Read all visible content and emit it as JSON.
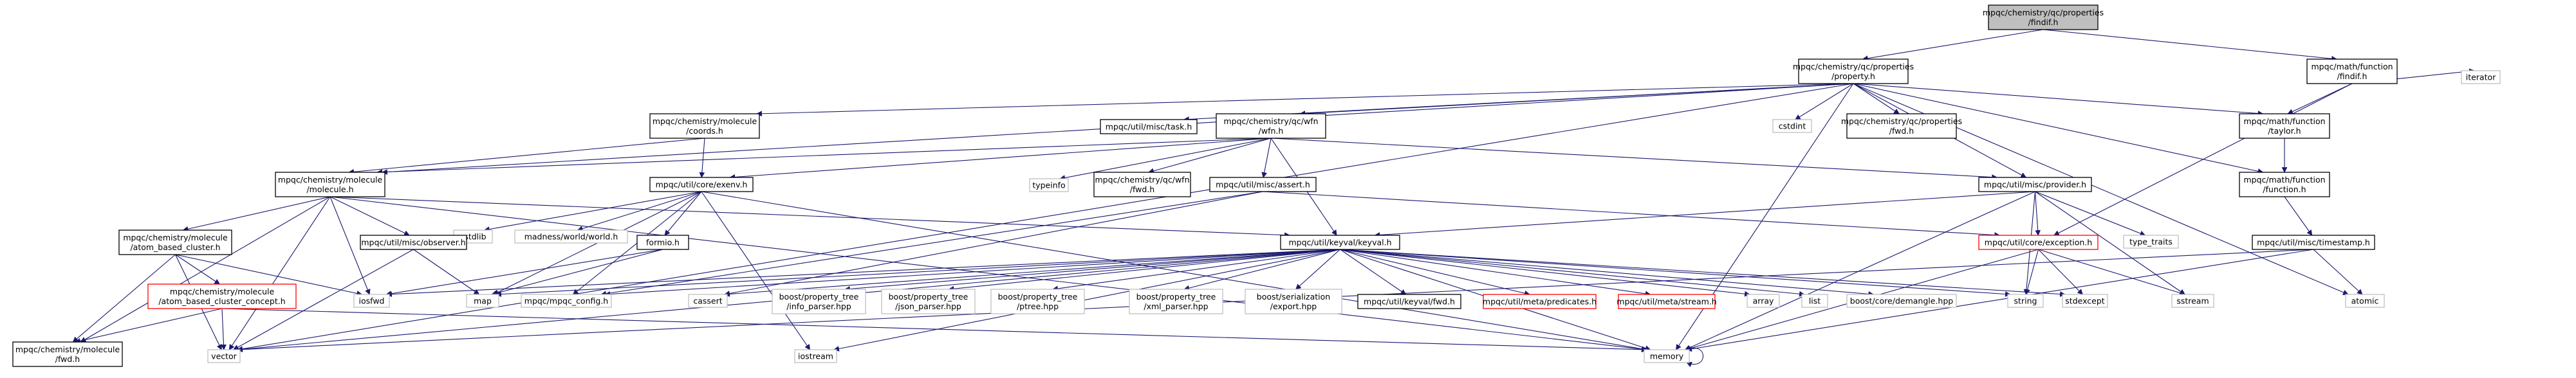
{
  "colors": {
    "edge": "#191970",
    "box_stroke": "#000000",
    "grey_stroke": "#bfbfbf",
    "red_stroke": "#ff0000",
    "root_fill": "#bfbfbf",
    "grey_text": "#555555"
  },
  "nodes": [
    {
      "id": "findif",
      "lines": [
        "mpqc/chemistry/qc/properties",
        "/findif.h"
      ],
      "style": "root"
    },
    {
      "id": "property",
      "lines": [
        "mpqc/chemistry/qc/properties",
        "/property.h"
      ],
      "style": "box"
    },
    {
      "id": "mathfindif",
      "lines": [
        "mpqc/math/function",
        "/findif.h"
      ],
      "style": "box"
    },
    {
      "id": "iterator",
      "lines": [
        "iterator"
      ],
      "style": "grey"
    },
    {
      "id": "coords",
      "lines": [
        "mpqc/chemistry/molecule",
        "/coords.h"
      ],
      "style": "box"
    },
    {
      "id": "task",
      "lines": [
        "mpqc/util/misc/task.h"
      ],
      "style": "box"
    },
    {
      "id": "wfn",
      "lines": [
        "mpqc/chemistry/qc/wfn",
        "/wfn.h"
      ],
      "style": "box"
    },
    {
      "id": "cstdint",
      "lines": [
        "cstdint"
      ],
      "style": "grey"
    },
    {
      "id": "propfwd",
      "lines": [
        "mpqc/chemistry/qc/properties",
        "/fwd.h"
      ],
      "style": "box"
    },
    {
      "id": "taylor",
      "lines": [
        "mpqc/math/function",
        "/taylor.h"
      ],
      "style": "box"
    },
    {
      "id": "molecule",
      "lines": [
        "mpqc/chemistry/molecule",
        "/molecule.h"
      ],
      "style": "box"
    },
    {
      "id": "exenv",
      "lines": [
        "mpqc/util/core/exenv.h"
      ],
      "style": "box"
    },
    {
      "id": "typeinfo",
      "lines": [
        "typeinfo"
      ],
      "style": "grey"
    },
    {
      "id": "wfnfwd",
      "lines": [
        "mpqc/chemistry/qc/wfn",
        "/fwd.h"
      ],
      "style": "box"
    },
    {
      "id": "assert",
      "lines": [
        "mpqc/util/misc/assert.h"
      ],
      "style": "box"
    },
    {
      "id": "provider",
      "lines": [
        "mpqc/util/misc/provider.h"
      ],
      "style": "box"
    },
    {
      "id": "function",
      "lines": [
        "mpqc/math/function",
        "/function.h"
      ],
      "style": "box"
    },
    {
      "id": "cstdlib",
      "lines": [
        "cstdlib"
      ],
      "style": "grey"
    },
    {
      "id": "madness",
      "lines": [
        "madness/world/world.h"
      ],
      "style": "grey"
    },
    {
      "id": "abc",
      "lines": [
        "mpqc/chemistry/molecule",
        "/atom_based_cluster.h"
      ],
      "style": "box"
    },
    {
      "id": "observer",
      "lines": [
        "mpqc/util/misc/observer.h"
      ],
      "style": "box"
    },
    {
      "id": "formio",
      "lines": [
        "formio.h"
      ],
      "style": "box"
    },
    {
      "id": "keyval",
      "lines": [
        "mpqc/util/keyval/keyval.h"
      ],
      "style": "box"
    },
    {
      "id": "exception",
      "lines": [
        "mpqc/util/core/exception.h"
      ],
      "style": "red"
    },
    {
      "id": "typetraits",
      "lines": [
        "type_traits"
      ],
      "style": "grey"
    },
    {
      "id": "timestamp",
      "lines": [
        "mpqc/util/misc/timestamp.h"
      ],
      "style": "box"
    },
    {
      "id": "abcc",
      "lines": [
        "mpqc/chemistry/molecule",
        "/atom_based_cluster_concept.h"
      ],
      "style": "red"
    },
    {
      "id": "iosfwd",
      "lines": [
        "iosfwd"
      ],
      "style": "grey"
    },
    {
      "id": "map",
      "lines": [
        "map"
      ],
      "style": "grey"
    },
    {
      "id": "config",
      "lines": [
        "mpqc/mpqc_config.h"
      ],
      "style": "grey"
    },
    {
      "id": "cassert",
      "lines": [
        "cassert"
      ],
      "style": "grey"
    },
    {
      "id": "infoparser",
      "lines": [
        "boost/property_tree",
        "/info_parser.hpp"
      ],
      "style": "grey"
    },
    {
      "id": "jsonparser",
      "lines": [
        "boost/property_tree",
        "/json_parser.hpp"
      ],
      "style": "grey"
    },
    {
      "id": "ptree",
      "lines": [
        "boost/property_tree",
        "/ptree.hpp"
      ],
      "style": "grey"
    },
    {
      "id": "xmlparser",
      "lines": [
        "boost/property_tree",
        "/xml_parser.hpp"
      ],
      "style": "grey"
    },
    {
      "id": "export",
      "lines": [
        "boost/serialization",
        "/export.hpp"
      ],
      "style": "grey"
    },
    {
      "id": "keyvalfwd",
      "lines": [
        "mpqc/util/keyval/fwd.h"
      ],
      "style": "box"
    },
    {
      "id": "predicates",
      "lines": [
        "mpqc/util/meta/predicates.h"
      ],
      "style": "red"
    },
    {
      "id": "stream",
      "lines": [
        "mpqc/util/meta/stream.h"
      ],
      "style": "red"
    },
    {
      "id": "array",
      "lines": [
        "array"
      ],
      "style": "grey"
    },
    {
      "id": "list",
      "lines": [
        "list"
      ],
      "style": "grey"
    },
    {
      "id": "demangle",
      "lines": [
        "boost/core/demangle.hpp"
      ],
      "style": "grey"
    },
    {
      "id": "string",
      "lines": [
        "string"
      ],
      "style": "grey"
    },
    {
      "id": "stdexcept",
      "lines": [
        "stdexcept"
      ],
      "style": "grey"
    },
    {
      "id": "sstream",
      "lines": [
        "sstream"
      ],
      "style": "grey"
    },
    {
      "id": "atomic",
      "lines": [
        "atomic"
      ],
      "style": "grey"
    },
    {
      "id": "molfwd",
      "lines": [
        "mpqc/chemistry/molecule",
        "/fwd.h"
      ],
      "style": "box"
    },
    {
      "id": "vector",
      "lines": [
        "vector"
      ],
      "style": "grey"
    },
    {
      "id": "iostream",
      "lines": [
        "iostream"
      ],
      "style": "grey"
    },
    {
      "id": "memory",
      "lines": [
        "memory"
      ],
      "style": "grey"
    }
  ],
  "edges": [
    [
      "findif",
      "property"
    ],
    [
      "findif",
      "mathfindif"
    ],
    [
      "mathfindif",
      "iterator"
    ],
    [
      "mathfindif",
      "taylor"
    ],
    [
      "mathfindif",
      "exception"
    ],
    [
      "property",
      "coords"
    ],
    [
      "property",
      "task"
    ],
    [
      "property",
      "wfn"
    ],
    [
      "property",
      "cstdint"
    ],
    [
      "property",
      "propfwd"
    ],
    [
      "property",
      "taylor"
    ],
    [
      "property",
      "molecule"
    ],
    [
      "property",
      "provider"
    ],
    [
      "property",
      "function"
    ],
    [
      "property",
      "atomic"
    ],
    [
      "property",
      "memory"
    ],
    [
      "property",
      "vector"
    ],
    [
      "coords",
      "molecule"
    ],
    [
      "coords",
      "exenv"
    ],
    [
      "wfn",
      "typeinfo"
    ],
    [
      "wfn",
      "wfnfwd"
    ],
    [
      "wfn",
      "assert"
    ],
    [
      "wfn",
      "provider"
    ],
    [
      "wfn",
      "keyval"
    ],
    [
      "wfn",
      "molecule"
    ],
    [
      "wfn",
      "exenv"
    ],
    [
      "taylor",
      "function"
    ],
    [
      "function",
      "timestamp"
    ],
    [
      "molecule",
      "abc"
    ],
    [
      "molecule",
      "observer"
    ],
    [
      "molecule",
      "keyval"
    ],
    [
      "molecule",
      "iosfwd"
    ],
    [
      "molecule",
      "molfwd"
    ],
    [
      "molecule",
      "vector"
    ],
    [
      "molecule",
      "memory"
    ],
    [
      "exenv",
      "cstdlib"
    ],
    [
      "exenv",
      "madness"
    ],
    [
      "exenv",
      "formio"
    ],
    [
      "exenv",
      "map"
    ],
    [
      "exenv",
      "config"
    ],
    [
      "exenv",
      "iostream"
    ],
    [
      "exenv",
      "memory"
    ],
    [
      "assert",
      "exception"
    ],
    [
      "assert",
      "config"
    ],
    [
      "assert",
      "cassert"
    ],
    [
      "provider",
      "keyval"
    ],
    [
      "provider",
      "exception"
    ],
    [
      "provider",
      "typetraits"
    ],
    [
      "provider",
      "string"
    ],
    [
      "provider",
      "sstream"
    ],
    [
      "provider",
      "memory"
    ],
    [
      "abc",
      "abcc"
    ],
    [
      "abc",
      "iosfwd"
    ],
    [
      "abc",
      "vector"
    ],
    [
      "abc",
      "molfwd"
    ],
    [
      "abcc",
      "vector"
    ],
    [
      "abcc",
      "memory"
    ],
    [
      "abcc",
      "molfwd"
    ],
    [
      "observer",
      "map"
    ],
    [
      "observer",
      "vector"
    ],
    [
      "formio",
      "iosfwd"
    ],
    [
      "formio",
      "map"
    ],
    [
      "keyval",
      "map"
    ],
    [
      "keyval",
      "config"
    ],
    [
      "keyval",
      "cassert"
    ],
    [
      "keyval",
      "infoparser"
    ],
    [
      "keyval",
      "jsonparser"
    ],
    [
      "keyval",
      "ptree"
    ],
    [
      "keyval",
      "xmlparser"
    ],
    [
      "keyval",
      "export"
    ],
    [
      "keyval",
      "keyvalfwd"
    ],
    [
      "keyval",
      "predicates"
    ],
    [
      "keyval",
      "stream"
    ],
    [
      "keyval",
      "array"
    ],
    [
      "keyval",
      "list"
    ],
    [
      "keyval",
      "demangle"
    ],
    [
      "keyval",
      "string"
    ],
    [
      "keyval",
      "stdexcept"
    ],
    [
      "keyval",
      "memory"
    ],
    [
      "keyval",
      "vector"
    ],
    [
      "keyval",
      "iostream"
    ],
    [
      "keyval",
      "iosfwd"
    ],
    [
      "exception",
      "stdexcept"
    ],
    [
      "exception",
      "sstream"
    ],
    [
      "exception",
      "memory"
    ],
    [
      "exception",
      "string"
    ],
    [
      "timestamp",
      "atomic"
    ],
    [
      "timestamp",
      "memory"
    ],
    [
      "timestamp",
      "vector"
    ],
    [
      "memory",
      "memory"
    ]
  ]
}
